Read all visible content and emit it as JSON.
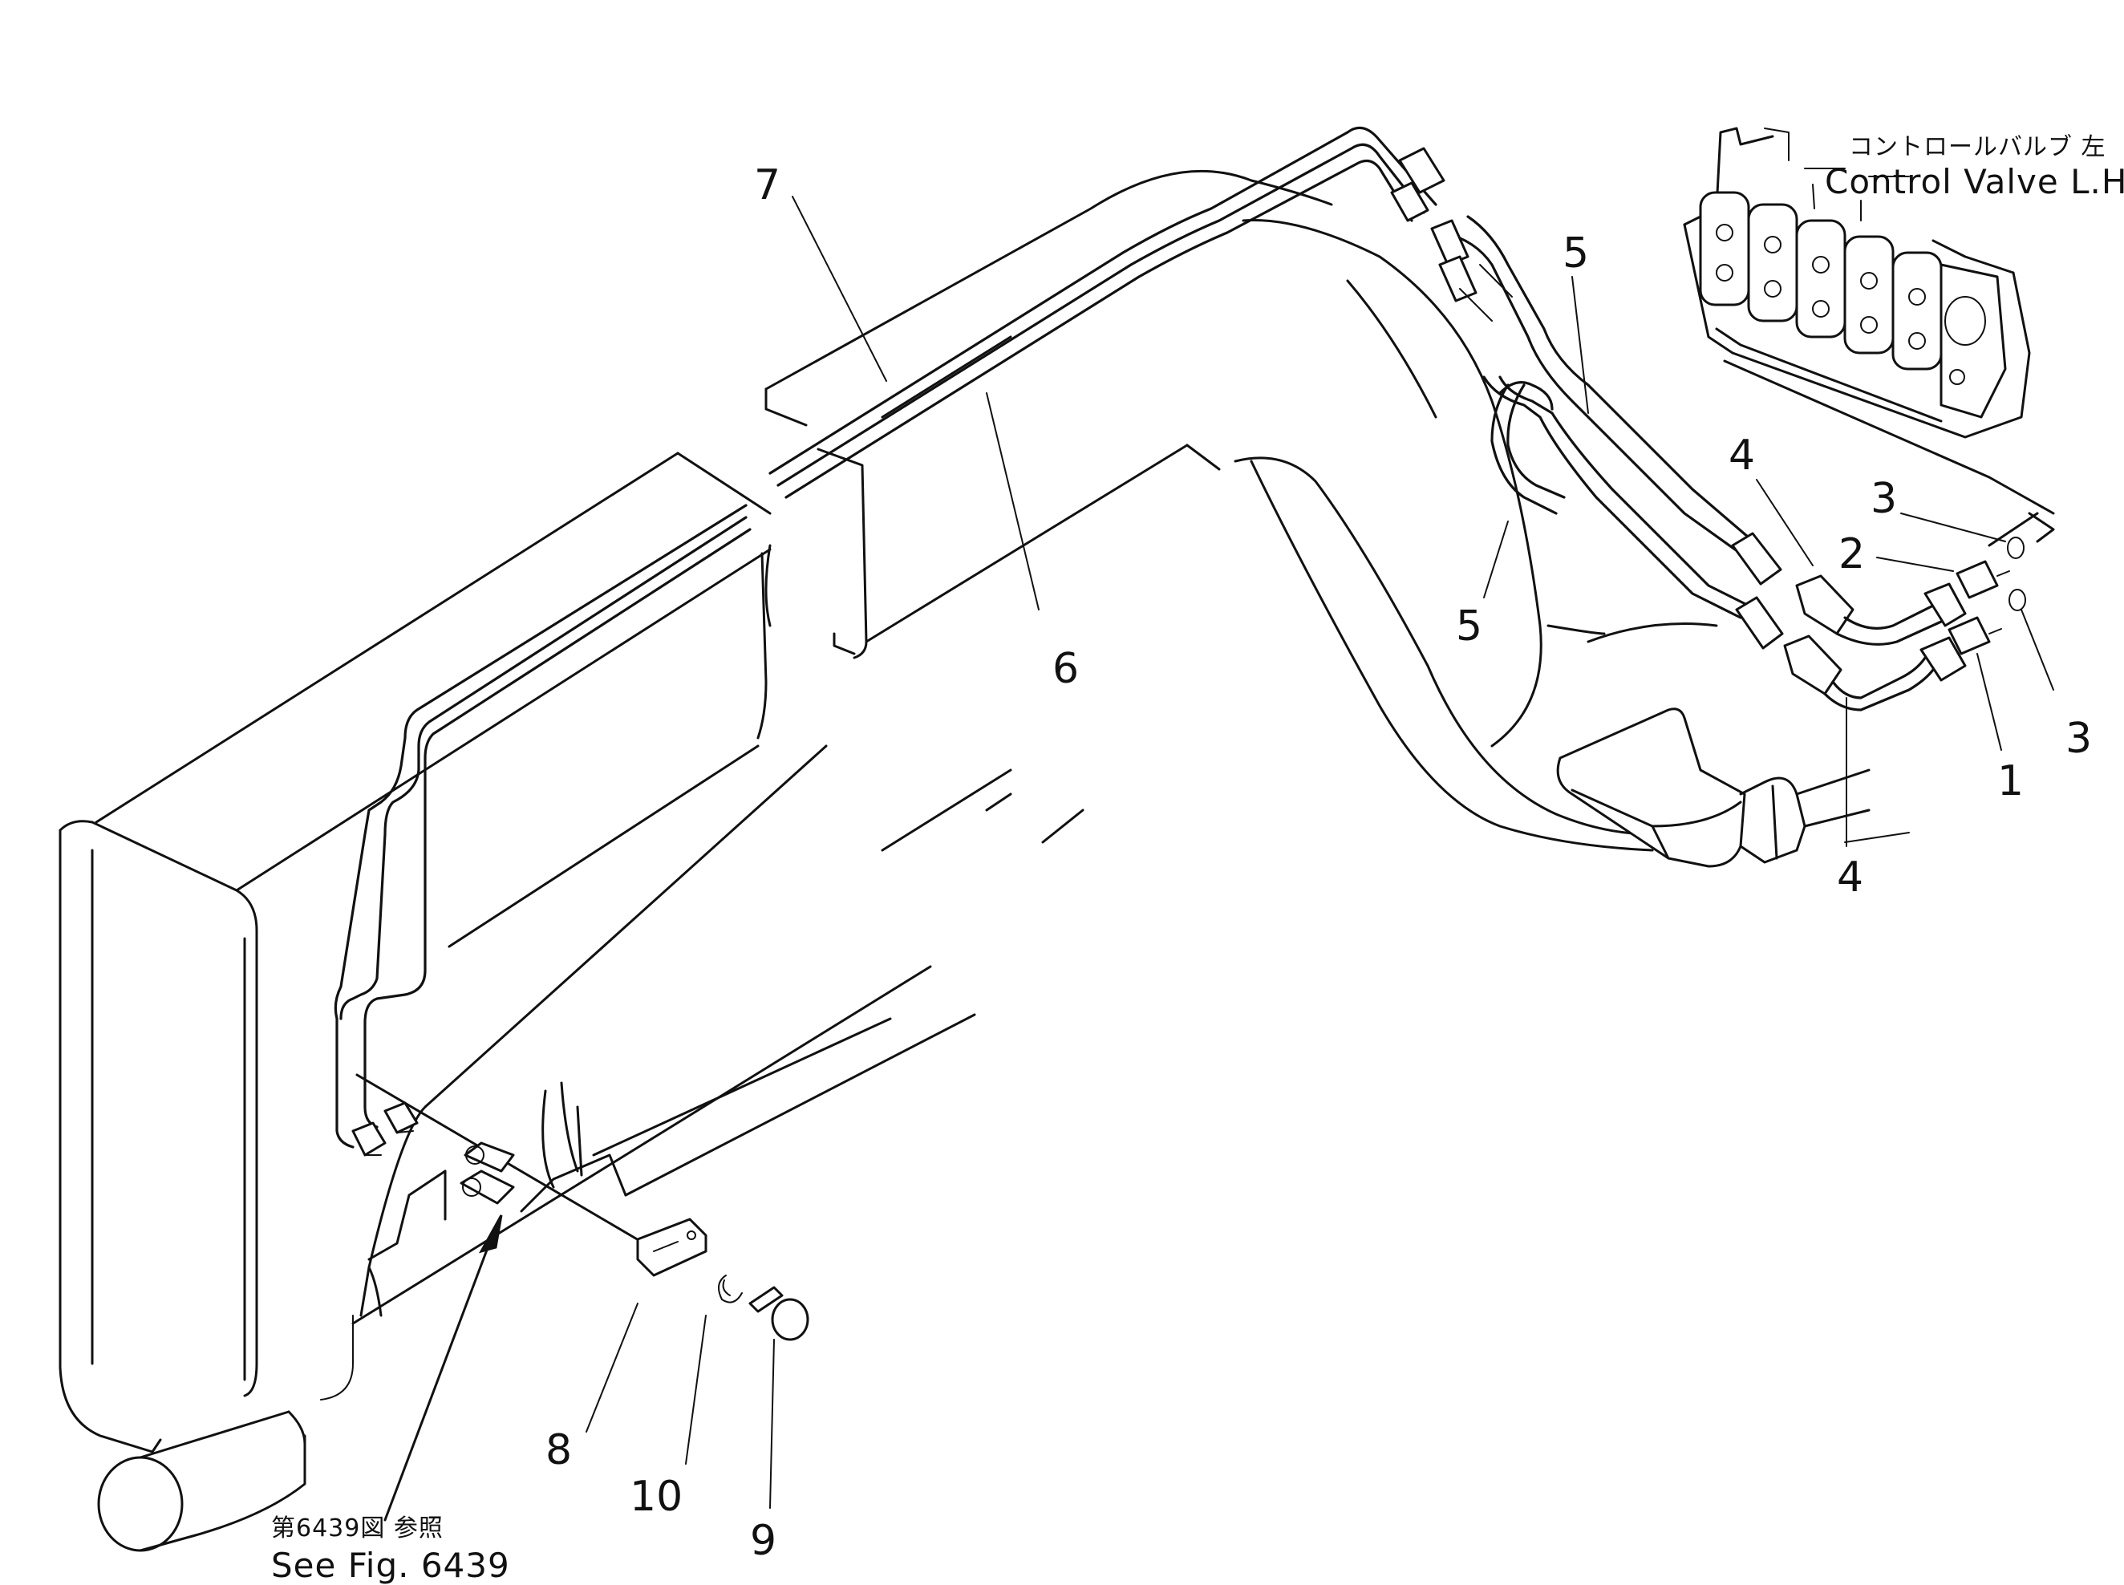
{
  "annotations": {
    "control_valve_jp": "コントロールバルブ 左",
    "control_valve_en": "Control Valve L.H.",
    "see_fig_jp": "第6439図 参照",
    "see_fig_en": "See Fig. 6439"
  },
  "callouts": [
    {
      "id": "7",
      "text": "7"
    },
    {
      "id": "6",
      "text": "6"
    },
    {
      "id": "5a",
      "text": "5"
    },
    {
      "id": "5b",
      "text": "5"
    },
    {
      "id": "4a",
      "text": "4"
    },
    {
      "id": "4b",
      "text": "4"
    },
    {
      "id": "3a",
      "text": "3"
    },
    {
      "id": "3b",
      "text": "3"
    },
    {
      "id": "2",
      "text": "2"
    },
    {
      "id": "1",
      "text": "1"
    },
    {
      "id": "8",
      "text": "8"
    },
    {
      "id": "10",
      "text": "10"
    },
    {
      "id": "9",
      "text": "9"
    }
  ]
}
